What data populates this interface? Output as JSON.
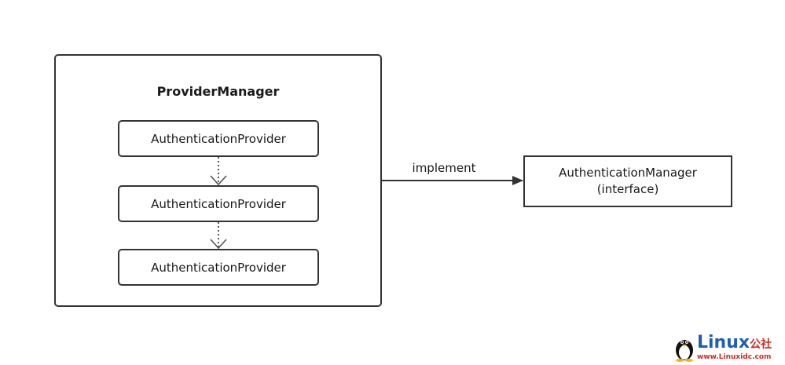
{
  "diagram": {
    "container": {
      "title": "ProviderManager"
    },
    "providers": [
      {
        "label": "AuthenticationProvider"
      },
      {
        "label": "AuthenticationProvider"
      },
      {
        "label": "AuthenticationProvider"
      }
    ],
    "edge": {
      "label": "implement"
    },
    "interface_box": {
      "line1": "AuthenticationManager",
      "line2": "(interface)"
    }
  },
  "watermark": {
    "brand": "Linux",
    "brand_suffix": "公社",
    "url": "www.Linuxidc.com"
  },
  "colors": {
    "stroke": "#333333",
    "dotted": "#555555",
    "watermark_blue": "#1e5fb4",
    "watermark_red": "#d22a1f"
  }
}
